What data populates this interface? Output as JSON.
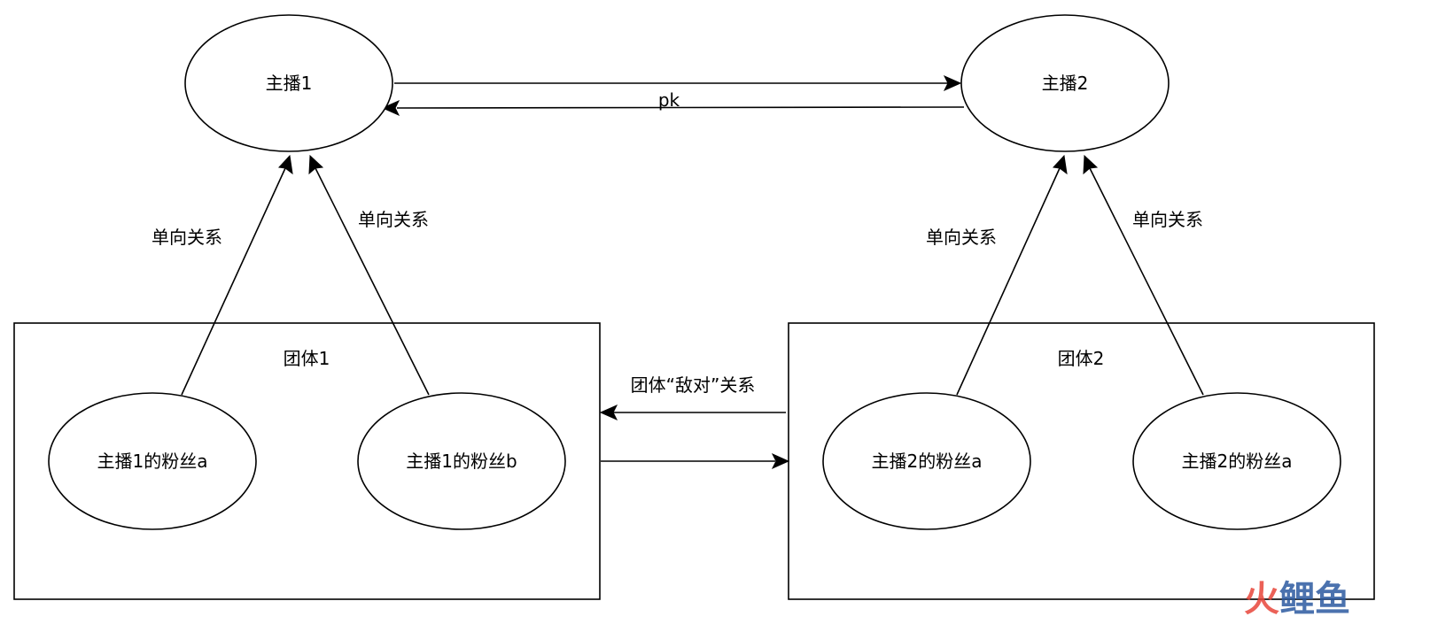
{
  "nodes": {
    "anchor1": "主播1",
    "anchor2": "主播2",
    "group1": "团体1",
    "group2": "团体2",
    "fan1a": "主播1的粉丝a",
    "fan1b": "主播1的粉丝b",
    "fan2a": "主播2的粉丝a",
    "fan2b": "主播2的粉丝a"
  },
  "edges": {
    "pk": "pk",
    "fan1a_to_anchor1": "单向关系",
    "fan1b_to_anchor1": "单向关系",
    "fan2a_to_anchor2": "单向关系",
    "fan2b_to_anchor2": "单向关系",
    "group_hostile": "团体“敌对”关系"
  },
  "watermark": {
    "text_red": "火",
    "text_rest": "鲤鱼",
    "color_red": "#e8463a",
    "color_blue": "#2c5aa0"
  }
}
